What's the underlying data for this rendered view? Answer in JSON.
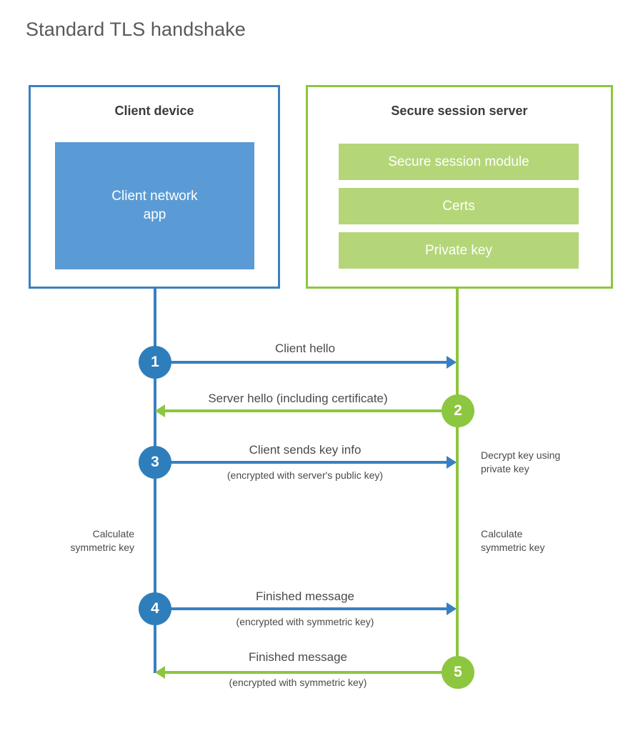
{
  "title": "Standard TLS handshake",
  "colors": {
    "client_border": "#3a7fc1",
    "client_fill": "#5b9bd5",
    "server_border": "#8dc63f",
    "server_fill": "#b5d678",
    "step_blue": "#2e7ebb",
    "step_green": "#8dc63f",
    "title_text": "#58595b",
    "label_text": "#4a4a4a"
  },
  "client": {
    "title": "Client device",
    "app_line1": "Client network",
    "app_line2": "app"
  },
  "server": {
    "title": "Secure session server",
    "components": [
      {
        "label": "Secure session module"
      },
      {
        "label": "Certs"
      },
      {
        "label": "Private key"
      }
    ]
  },
  "steps": [
    {
      "number": "1",
      "primary": "Client hello",
      "secondary": "",
      "direction": "client-to-server",
      "color": "#2e7ebb"
    },
    {
      "number": "2",
      "primary": "Server hello (including certificate)",
      "secondary": "",
      "direction": "server-to-client",
      "color": "#8dc63f"
    },
    {
      "number": "3",
      "primary": "Client sends key info",
      "secondary": "(encrypted with server's public key)",
      "direction": "client-to-server",
      "color": "#2e7ebb"
    },
    {
      "number": "4",
      "primary": "Finished message",
      "secondary": "(encrypted with symmetric key)",
      "direction": "client-to-server",
      "color": "#2e7ebb"
    },
    {
      "number": "5",
      "primary": "Finished message",
      "secondary": "(encrypted with symmetric key)",
      "direction": "server-to-client",
      "color": "#8dc63f"
    }
  ],
  "notes": {
    "decrypt_line1": "Decrypt key using",
    "decrypt_line2": "private key",
    "client_calc_line1": "Calculate",
    "client_calc_line2": "symmetric key",
    "server_calc_line1": "Calculate",
    "server_calc_line2": "symmetric key"
  }
}
